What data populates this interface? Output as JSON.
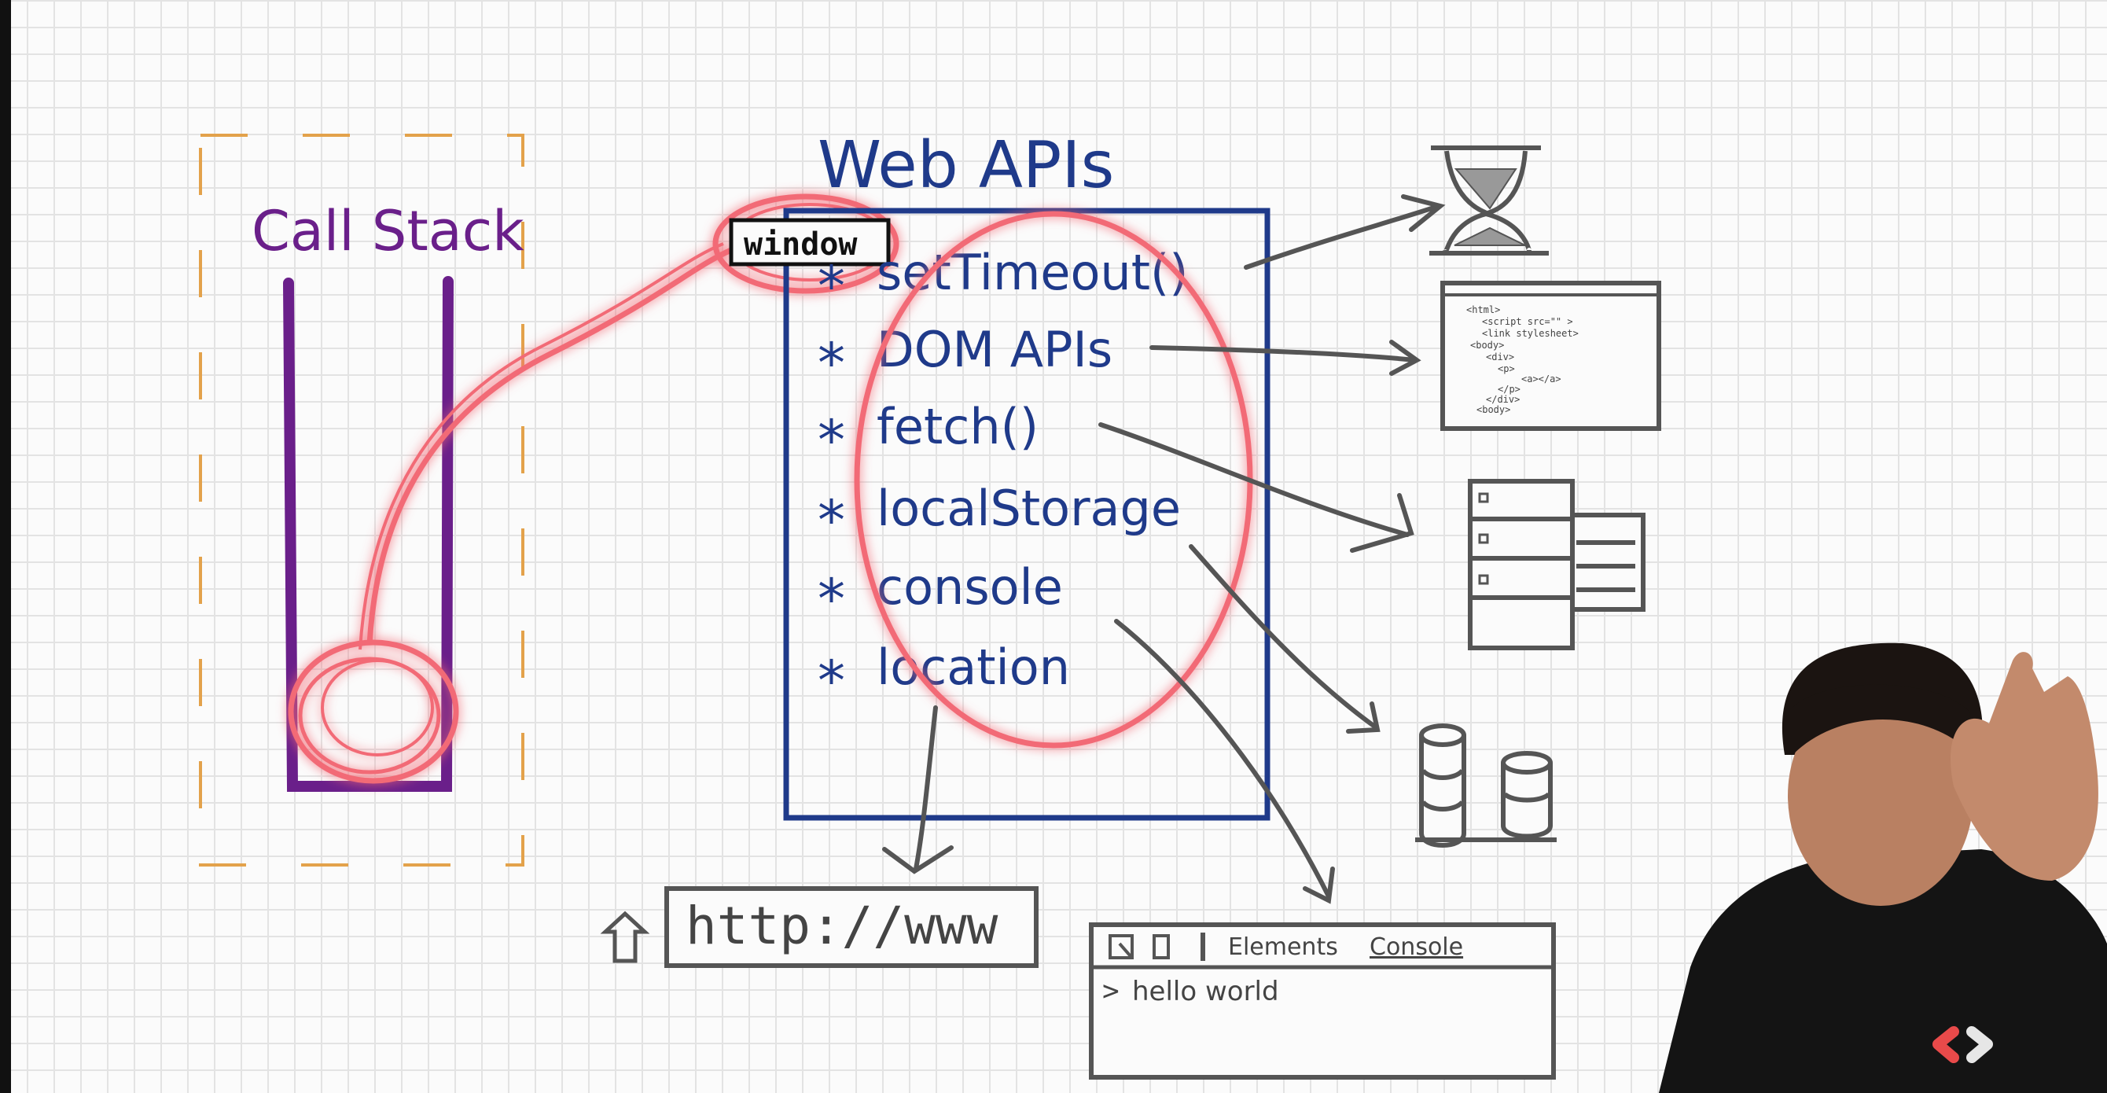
{
  "diagram": {
    "call_stack": {
      "title": "Call Stack"
    },
    "web_apis": {
      "title": "Web APIs",
      "window_label": "window",
      "items": [
        "setTimeout()",
        "DOM APIs",
        "fetch()",
        "localStorage",
        "console",
        "location"
      ],
      "bullet": "*"
    },
    "address_bar": {
      "text": "http://www"
    },
    "devtools": {
      "tab_elements": "Elements",
      "tab_console": "Console",
      "prompt": ">",
      "output": "hello world"
    },
    "html_code_lines": [
      "<html>",
      "<script src=\"\" >",
      "<link stylesheet>",
      "<body>",
      "<div>",
      "<p>",
      "<a></a>",
      "</p>",
      "</div>",
      "<body>"
    ]
  },
  "colors": {
    "call_stack_purple": "#6a1f8a",
    "web_api_blue": "#1f3a8a",
    "highlight_red": "#f06470",
    "dashed_orange": "#e3a24b",
    "sketch_gray": "#555555"
  },
  "icons": [
    "hourglass-icon",
    "html-document-icon",
    "server-icon",
    "database-icon",
    "home-icon",
    "inspect-cursor-icon",
    "device-toggle-icon",
    "presenter-logo-icon"
  ]
}
